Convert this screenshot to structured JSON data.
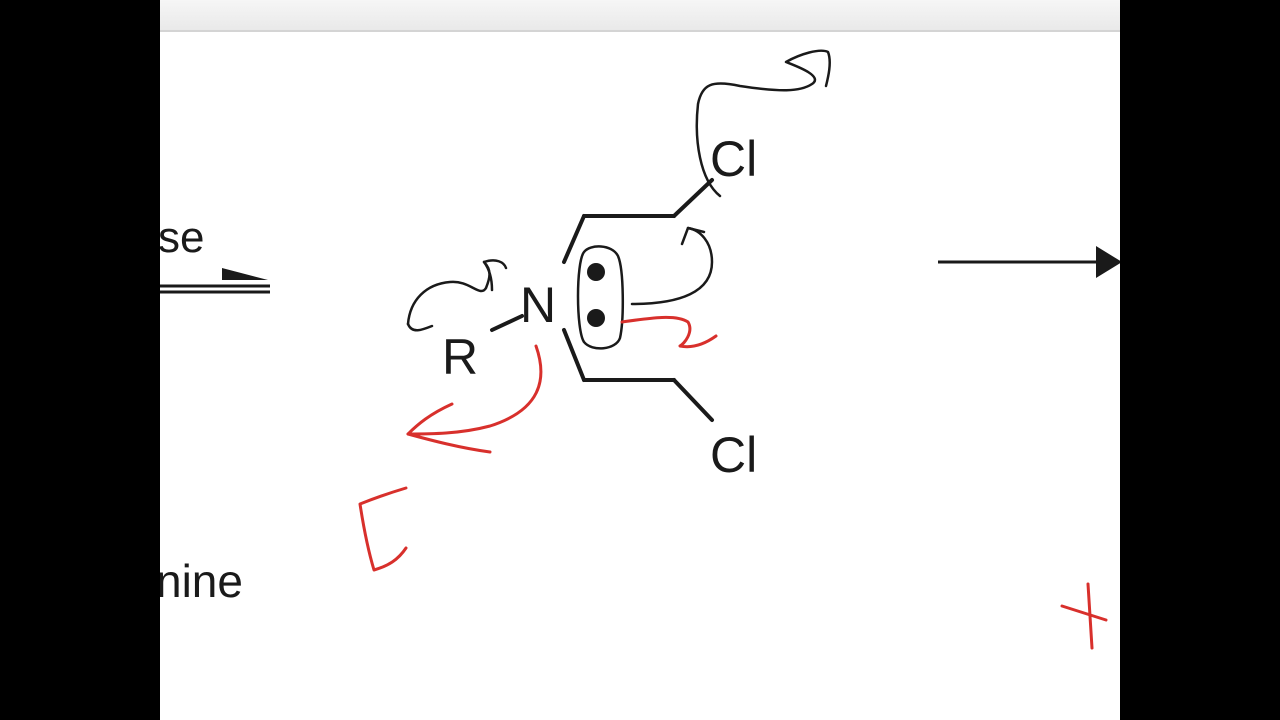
{
  "diagram": {
    "reagent_label_fragment": "se",
    "nitrogen_label": "N",
    "r_group_label": "R",
    "chlorine_top_label": "Cl",
    "chlorine_bottom_label": "Cl",
    "caption_fragment": "nine"
  },
  "colors": {
    "ink_black": "#1a1a1a",
    "ink_red": "#d8302c",
    "background": "#ffffff",
    "letterbox": "#000000"
  }
}
